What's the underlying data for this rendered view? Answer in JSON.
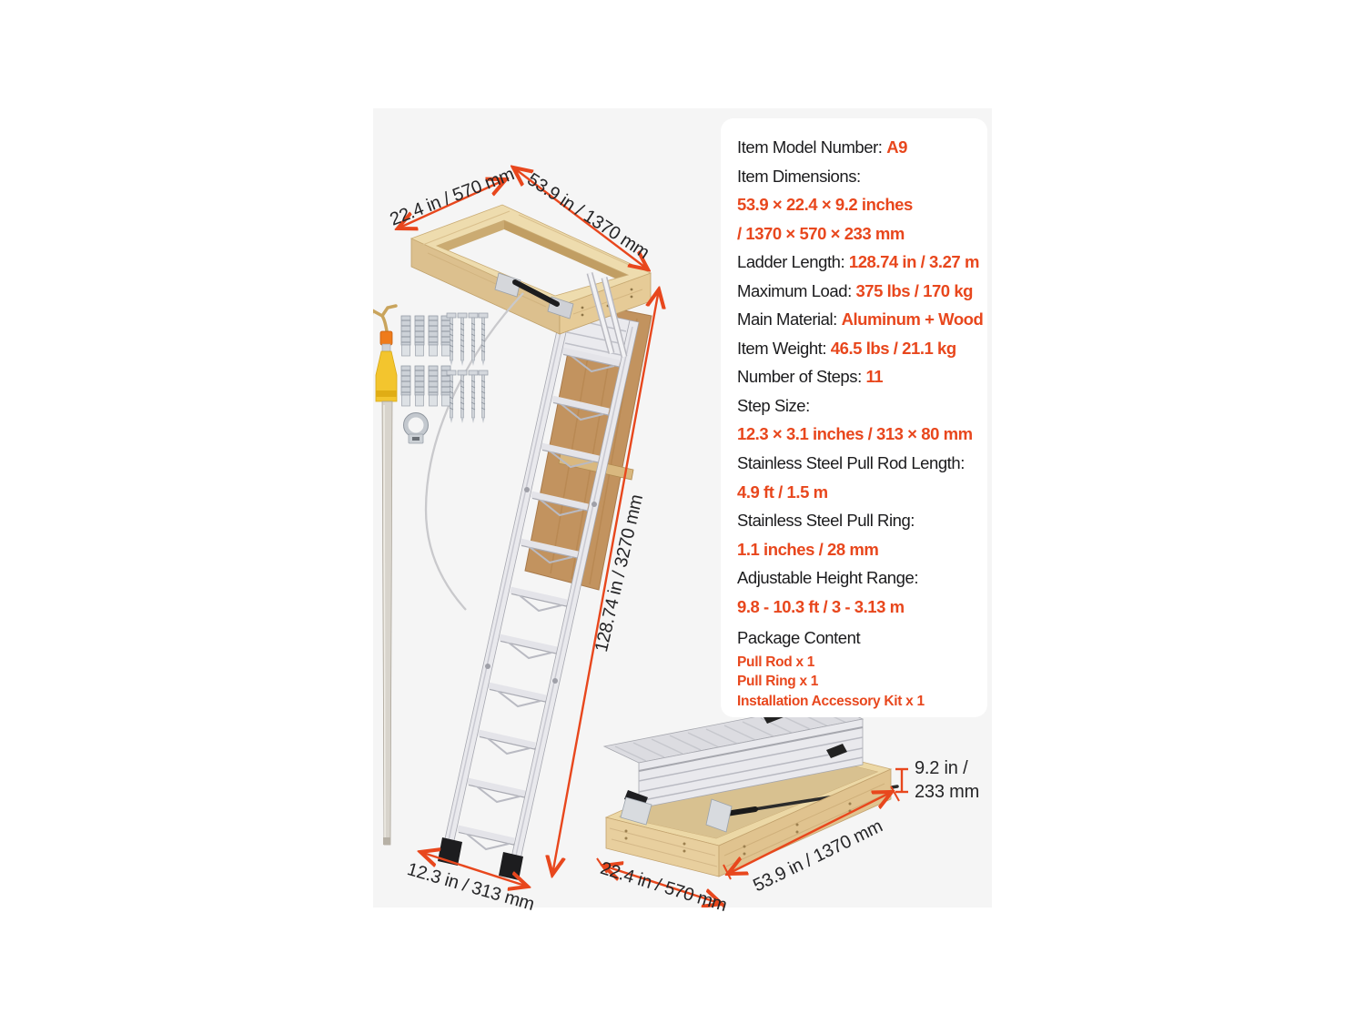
{
  "accent": "#e8471d",
  "panel": {
    "rows": [
      {
        "label": "Item Model Number: ",
        "value": "A9"
      },
      {
        "label": "Item Dimensions:",
        "value": ""
      },
      {
        "label": "",
        "value": "53.9 × 22.4 × 9.2 inches"
      },
      {
        "label": "",
        "value": "/ 1370 × 570 × 233 mm"
      },
      {
        "label": "Ladder Length: ",
        "value": "128.74 in / 3.27 m"
      },
      {
        "label": "Maximum Load: ",
        "value": "375 lbs / 170 kg"
      },
      {
        "label": "Main Material: ",
        "value": "Aluminum + Wood"
      },
      {
        "label": "Item Weight: ",
        "value": "46.5 lbs / 21.1 kg"
      },
      {
        "label": "Number of Steps: ",
        "value": "11"
      },
      {
        "label": "Step Size:",
        "value": ""
      },
      {
        "label": "",
        "value": "12.3 × 3.1 inches / 313 × 80 mm"
      },
      {
        "label": "Stainless Steel Pull Rod Length:",
        "value": ""
      },
      {
        "label": "",
        "value": "4.9 ft / 1.5 m"
      },
      {
        "label": "Stainless Steel Pull Ring:",
        "value": ""
      },
      {
        "label": "",
        "value": "1.1 inches / 28 mm"
      },
      {
        "label": "Adjustable Height Range:",
        "value": ""
      },
      {
        "label": "",
        "value": "9.8 - 10.3 ft / 3 - 3.13 m"
      },
      {
        "label": "Package Content",
        "value": ""
      }
    ],
    "package_items": [
      "Pull Rod x 1",
      "Pull Ring x 1",
      "Installation Accessory Kit x 1"
    ]
  },
  "dims": {
    "frame_width": "22.4 in / 570 mm",
    "frame_length": "53.9 in / 1370 mm",
    "ladder_length": "128.74 in / 3270 mm",
    "step_width": "12.3 in / 313 mm",
    "box_width": "22.4 in / 570 mm",
    "box_length": "53.9 in / 1370 mm",
    "box_height_l1": "9.2 in /",
    "box_height_l2": "233 mm"
  }
}
